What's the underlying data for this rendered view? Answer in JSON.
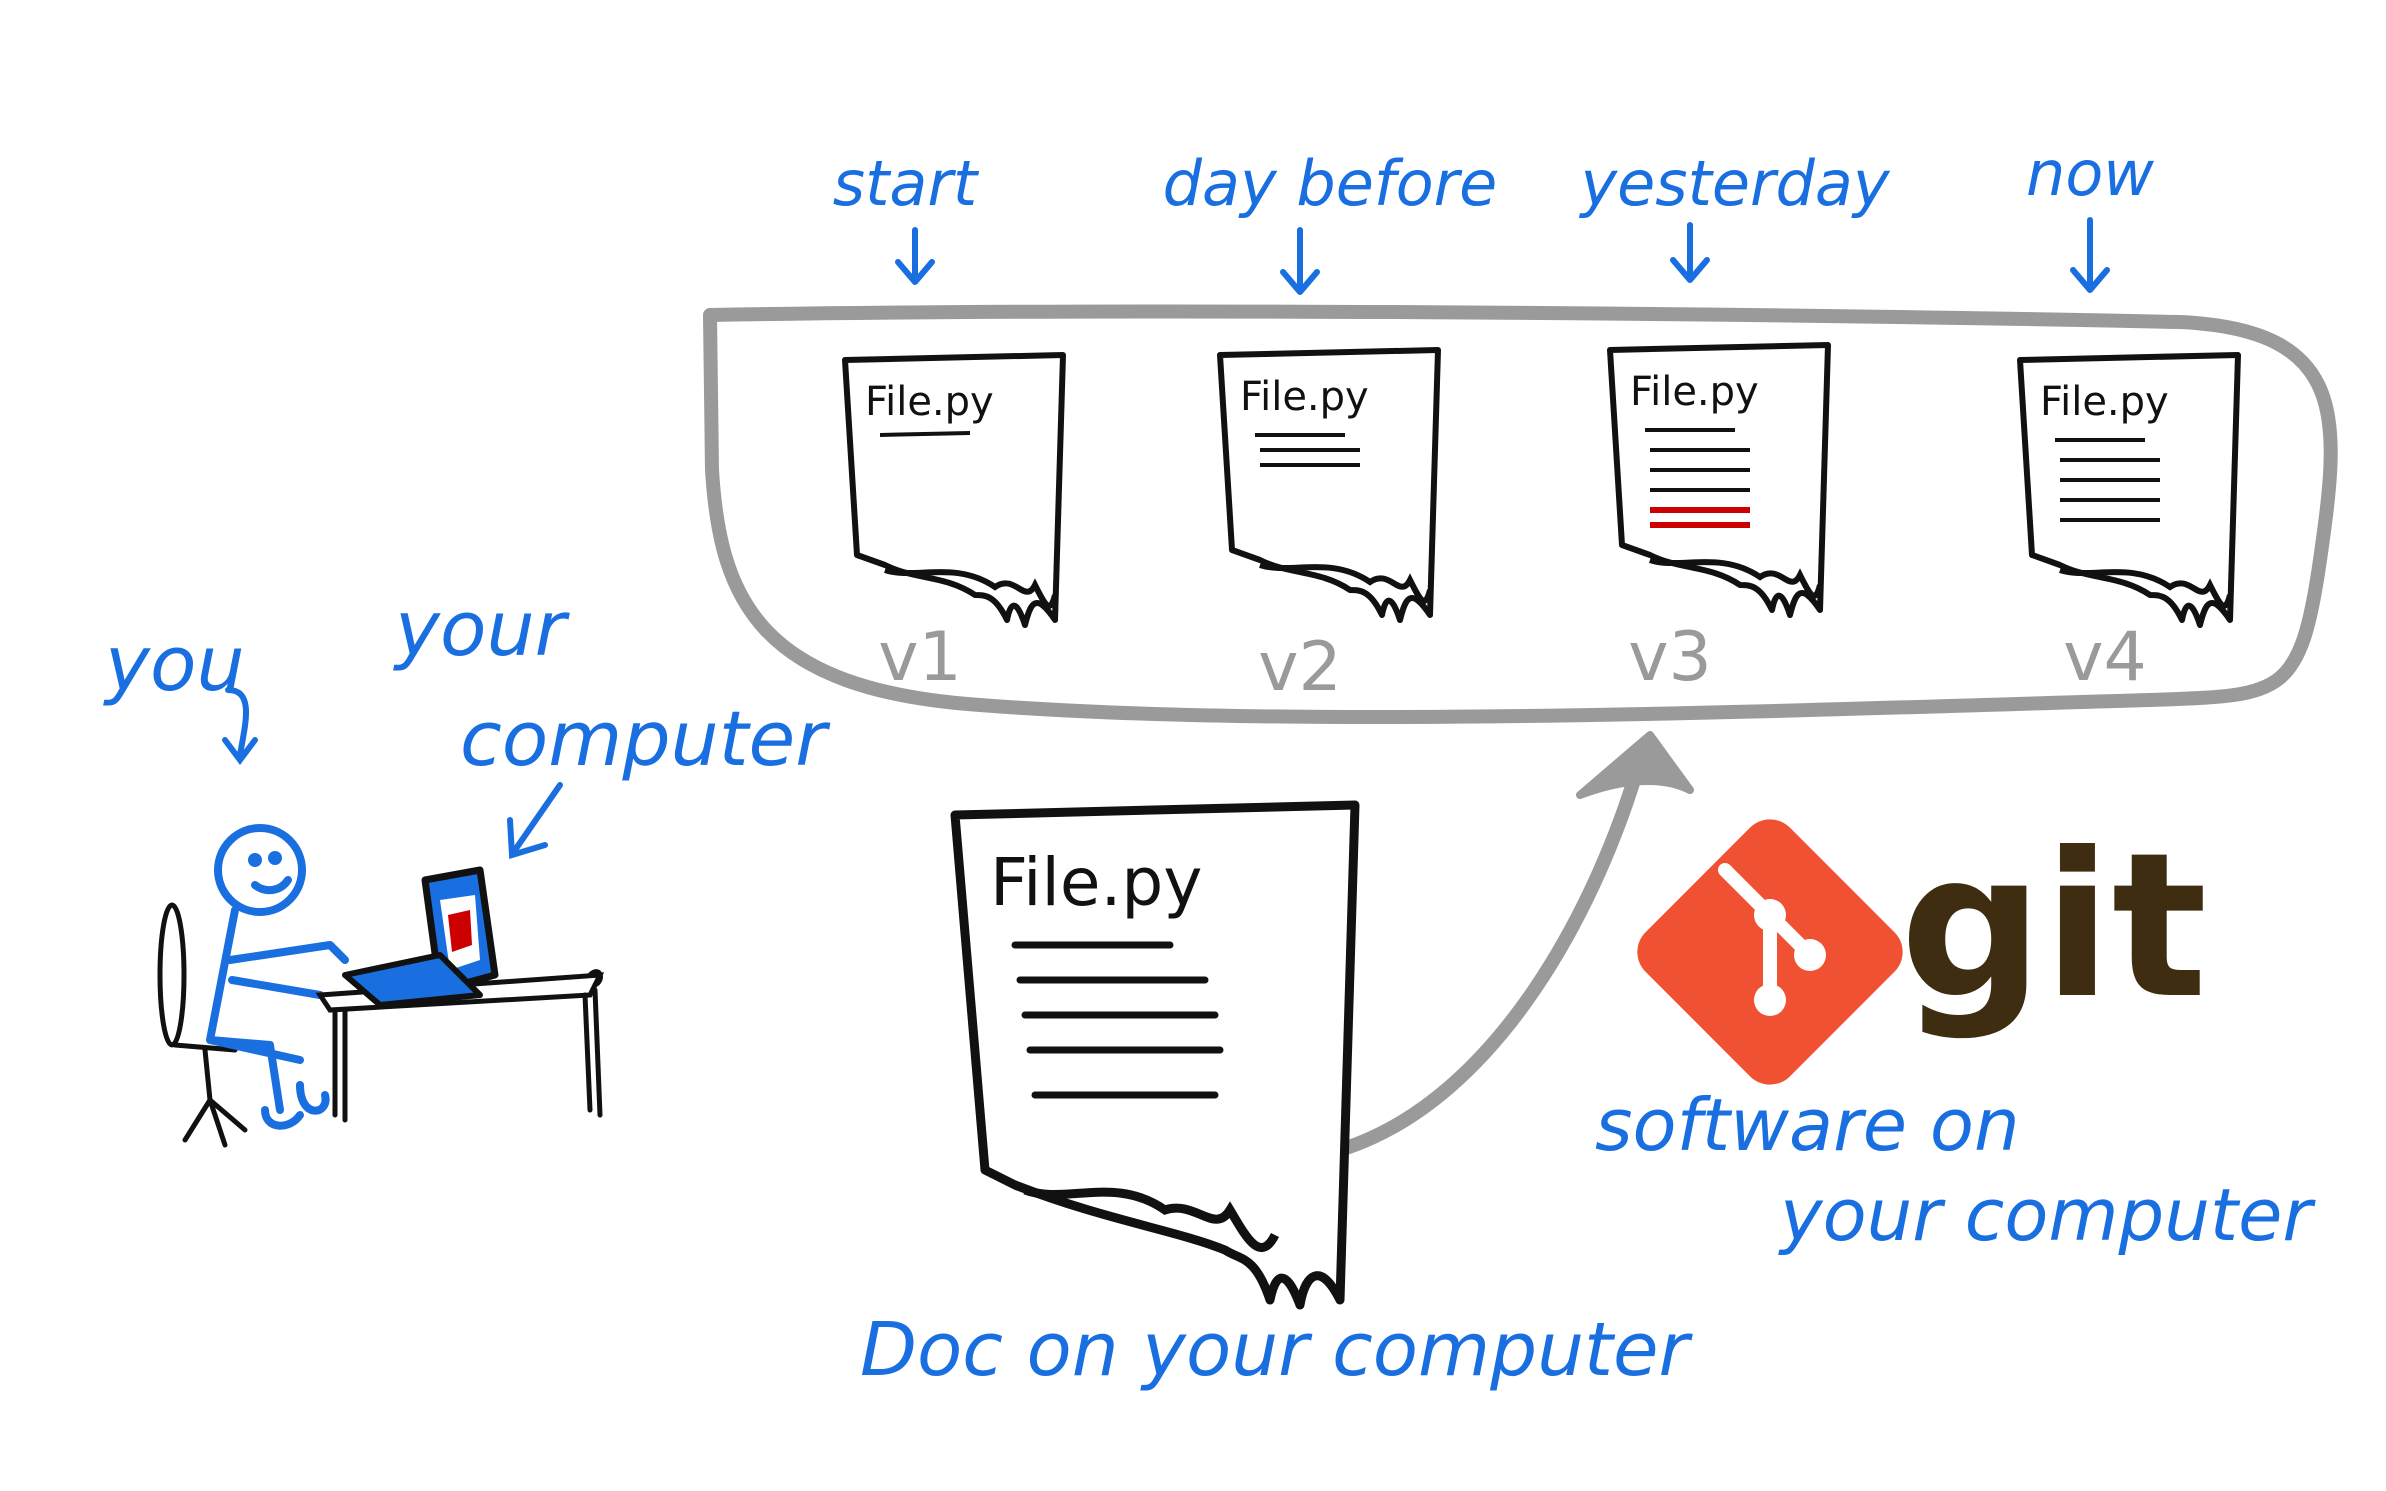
{
  "timeline_labels": [
    "start",
    "day before",
    "yesterday",
    "now"
  ],
  "file_name": "File.py",
  "versions": [
    "v1",
    "v2",
    "v3",
    "v4"
  ],
  "person_label": "you",
  "computer_label_line1": "your",
  "computer_label_line2": "computer",
  "doc_label": "Doc on your computer",
  "git_logo_text": "git",
  "git_caption_line1": "software on",
  "git_caption_line2": "your computer",
  "colors": {
    "ink_blue": "#1a6fe0",
    "ink_black": "#111111",
    "ink_gray": "#9a9a9a",
    "highlight_red": "#cc0000",
    "git_orange": "#f05133",
    "git_brown": "#3f2d12"
  }
}
